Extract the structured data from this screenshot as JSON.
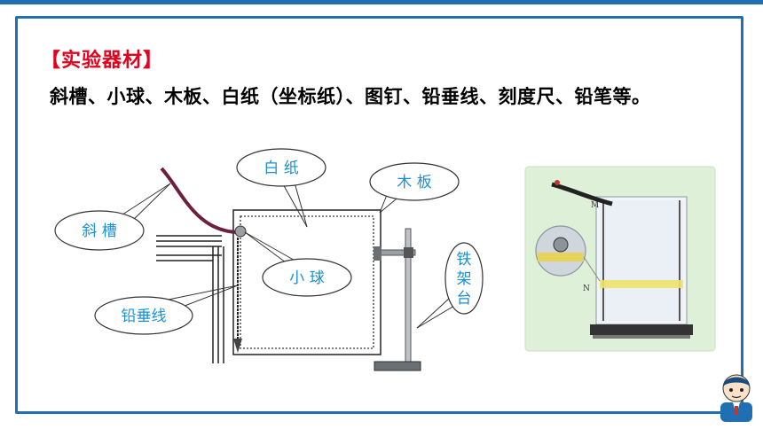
{
  "slide": {
    "section_title": "【实验器材】",
    "materials_text": "斜槽、小球、木板、白纸（坐标纸）、图钉、铅垂线、刻度尺、铅笔等。"
  },
  "diagram": {
    "labels": {
      "chute": "斜 槽",
      "white_paper": "白 纸",
      "board": "木 板",
      "ball": "小 球",
      "plumb_line": "铅垂线",
      "stand_line1": "铁",
      "stand_line2": "架",
      "stand_line3": "台"
    }
  },
  "photo": {
    "label_m": "M",
    "label_n": "N"
  },
  "colors": {
    "frame": "#1f6fb2",
    "title": "#e5001c",
    "callout_text": "#1a8fd4",
    "chute": "#6b2040",
    "photo_bg": "#dff0d8"
  }
}
